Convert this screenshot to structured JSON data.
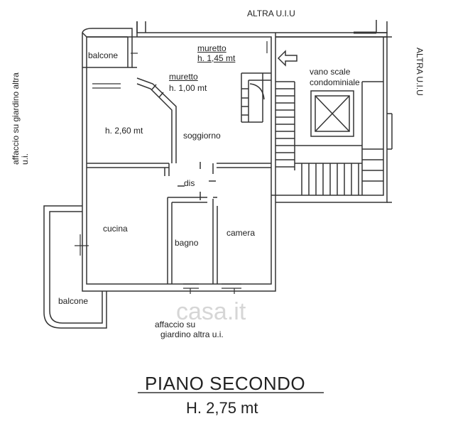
{
  "labels": {
    "altra_top": "ALTRA U.I.U",
    "altra_right": "ALTRA U.I.U",
    "affaccio_left": "affaccio su giardino altra u.i.",
    "affaccio_bottom_1": "affaccio su",
    "affaccio_bottom_2": "giardino altra u.i.",
    "balcone_top": "balcone",
    "balcone_bottom": "balcone",
    "muretto_1": "muretto",
    "muretto_1_h": "h. 1,45 mt",
    "muretto_2": "muretto",
    "muretto_2_h": "h. 1,00 mt",
    "vano_scale_1": "vano scale",
    "vano_scale_2": "condominiale",
    "height_soggiorno": "h. 2,60 mt",
    "soggiorno": "soggiorno",
    "dis": "dis",
    "cucina": "cucina",
    "bagno": "bagno",
    "camera": "camera"
  },
  "title": {
    "main": "PIANO SECONDO",
    "sub": "H. 2,75 mt"
  },
  "watermark": "casa.it"
}
